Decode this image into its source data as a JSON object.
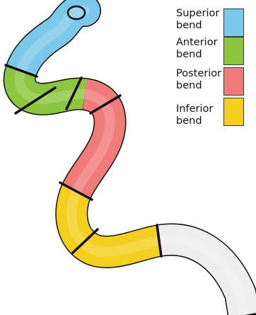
{
  "legend": {
    "items": [
      {
        "label": "Superior\nbend",
        "color": "#7cc8ea"
      },
      {
        "label": "Anterior\nbend",
        "color": "#8cc63f"
      },
      {
        "label": "Posterior\nbend",
        "color": "#f07b7b"
      },
      {
        "label": "Inferior\nbend",
        "color": "#f5cf1e"
      }
    ]
  },
  "segment_colors": {
    "superior": "#7cc8ea",
    "anterior": "#8cc63f",
    "posterior": "#f07b7b",
    "inferior": "#f5cf1e",
    "unlabeled": "#eeeeee"
  }
}
